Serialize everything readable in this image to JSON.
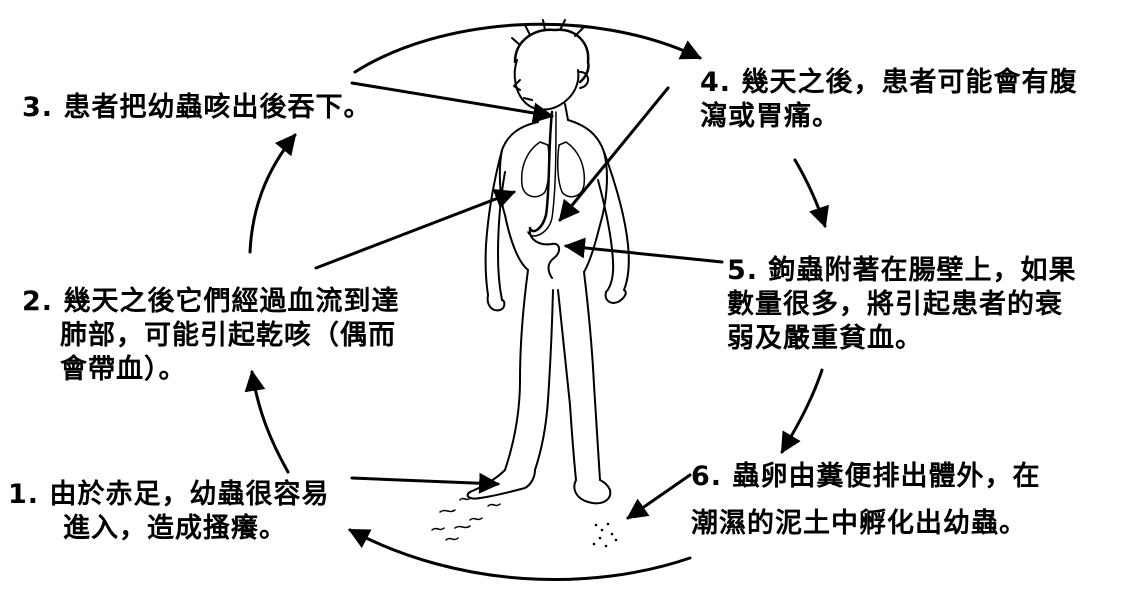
{
  "diagram": {
    "steps": [
      {
        "id": "1",
        "lines": [
          "1. 由於赤足，幼蟲很容易",
          "進入，造成搔癢。"
        ]
      },
      {
        "id": "2",
        "lines": [
          "2. 幾天之後它們經過血流到達",
          "肺部，可能引起乾咳（偶而",
          "會帶血）。"
        ]
      },
      {
        "id": "3",
        "lines": [
          "3. 患者把幼蟲咳出後吞下。"
        ]
      },
      {
        "id": "4",
        "lines": [
          "4. 幾天之後，患者可能會有腹",
          "瀉或胃痛。"
        ]
      },
      {
        "id": "5",
        "lines": [
          "5. 鉤蟲附著在腸壁上，如果",
          "數量很多，將引起患者的衰",
          "弱及嚴重貧血。"
        ]
      },
      {
        "id": "6",
        "lines": [
          "6. 蟲卵由糞便排出體外，在",
          "潮濕的泥土中孵化出幼蟲。"
        ]
      }
    ]
  }
}
